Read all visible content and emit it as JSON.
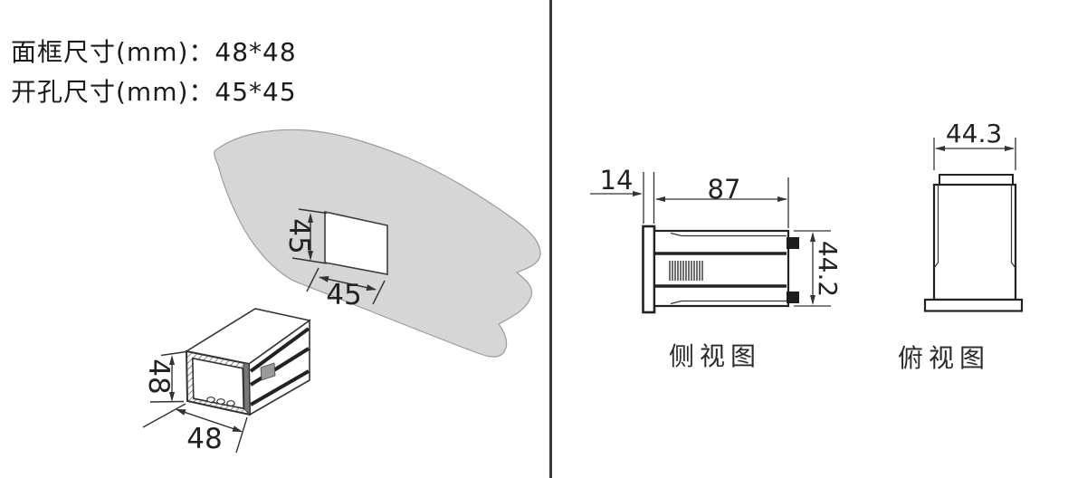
{
  "header": {
    "line1": "面框尺寸(mm)：48*48",
    "line2": "开孔尺寸(mm)：45*45"
  },
  "panel_cutout": {
    "hole_height": "45",
    "hole_width": "45"
  },
  "isometric": {
    "front_height": "48",
    "front_width": "48"
  },
  "side_view": {
    "label": "侧视图",
    "bezel_depth": "14",
    "body_depth": "87",
    "height": "44.2"
  },
  "top_view": {
    "label": "俯视图",
    "width": "44.3"
  },
  "colors": {
    "line": "#333333",
    "panel_fill": "#d6d6d6",
    "panel_edge": "#9b9b9b",
    "divider": "#3a3a3a",
    "background": "#ffffff"
  }
}
